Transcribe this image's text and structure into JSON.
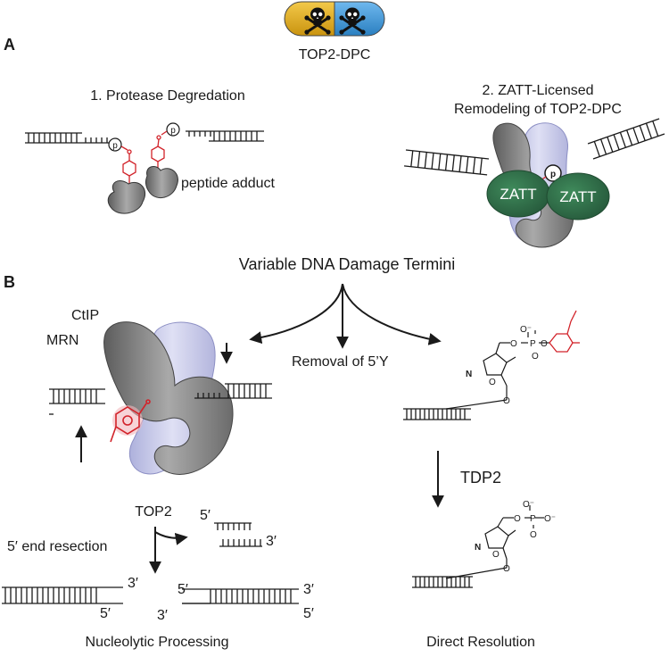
{
  "colors": {
    "pill_left": "#e0ab24",
    "pill_right": "#3d9ad9",
    "adduct_red": "#d2232a",
    "zatt_green": "#2f6e47",
    "protein_gray": "#8a8a8a",
    "protein_lavender": "#c9cbe9"
  },
  "icons": [
    "skull-crossbones-icon",
    "skull-crossbones-icon"
  ],
  "title": "TOP2-DPC",
  "panel_a": {
    "label": "A",
    "left_title": "1. Protease Degredation",
    "phosphate": "p",
    "adduct_label": "peptide adduct",
    "right_title_line1": "2. ZATT-Licensed",
    "right_title_line2": "Remodeling of TOP2-DPC",
    "zatt_left": "ZATT",
    "zatt_right": "ZATT"
  },
  "panel_b": {
    "label": "B",
    "center_title": "Variable DNA Damage Termini",
    "ctip": "CtIP",
    "mrn": "MRN",
    "removal": "Removal of 5’Y",
    "top2": "TOP2",
    "resection": "5′ end resection",
    "tdp2": "TDP2",
    "nucleolytic": "Nucleolytic Processing",
    "direct": "Direct Resolution",
    "end_5prime": "5′",
    "end_3prime": "3′"
  },
  "chemistry": {
    "n": "N",
    "o": "O",
    "p": "P",
    "o_minus": "O⁻"
  }
}
